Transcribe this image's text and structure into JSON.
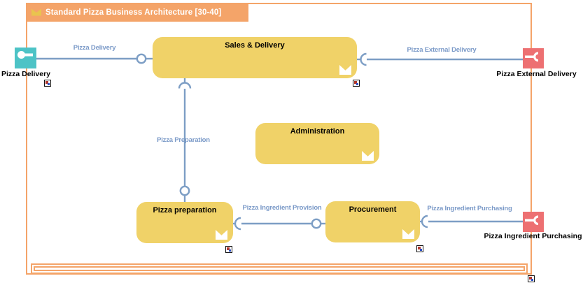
{
  "title": "Standard Pizza Business Architecture [30-40]",
  "nodes": {
    "sales": {
      "label": "Sales & Delivery"
    },
    "administration": {
      "label": "Administration"
    },
    "preparation": {
      "label": "Pizza preparation"
    },
    "procurement": {
      "label": "Procurement"
    }
  },
  "interfaces": {
    "delivery": {
      "label": "Pizza Delivery",
      "type": "provided"
    },
    "external_delivery": {
      "label": "Pizza External Delivery",
      "type": "required"
    },
    "ingredient_purchasing": {
      "label": "Pizza Ingredient Purchasing",
      "type": "required"
    }
  },
  "connections": {
    "delivery": {
      "label": "Pizza Delivery"
    },
    "external_delivery": {
      "label": "Pizza External Delivery"
    },
    "preparation": {
      "label": "Pizza Preparation"
    },
    "ingredient_provision": {
      "label": "Pizza Ingredient Provision"
    },
    "ingredient_purchasing": {
      "label": "Pizza Ingredient Purchasing"
    }
  },
  "icons": {
    "model_flag": "m-chevron-icon",
    "provided_interface": "ball-lollipop-icon",
    "required_interface": "socket-icon",
    "assignment": "model-reference-icon"
  },
  "colors": {
    "frame_orange": "#F4A469",
    "node_yellow": "#F0D268",
    "interface_teal": "#4DC3C6",
    "interface_red": "#ED7072",
    "connector_blue": "#7D9EC5",
    "connection_label_blue": "#7B9AC8",
    "tab_text": "#FFFFFF"
  }
}
